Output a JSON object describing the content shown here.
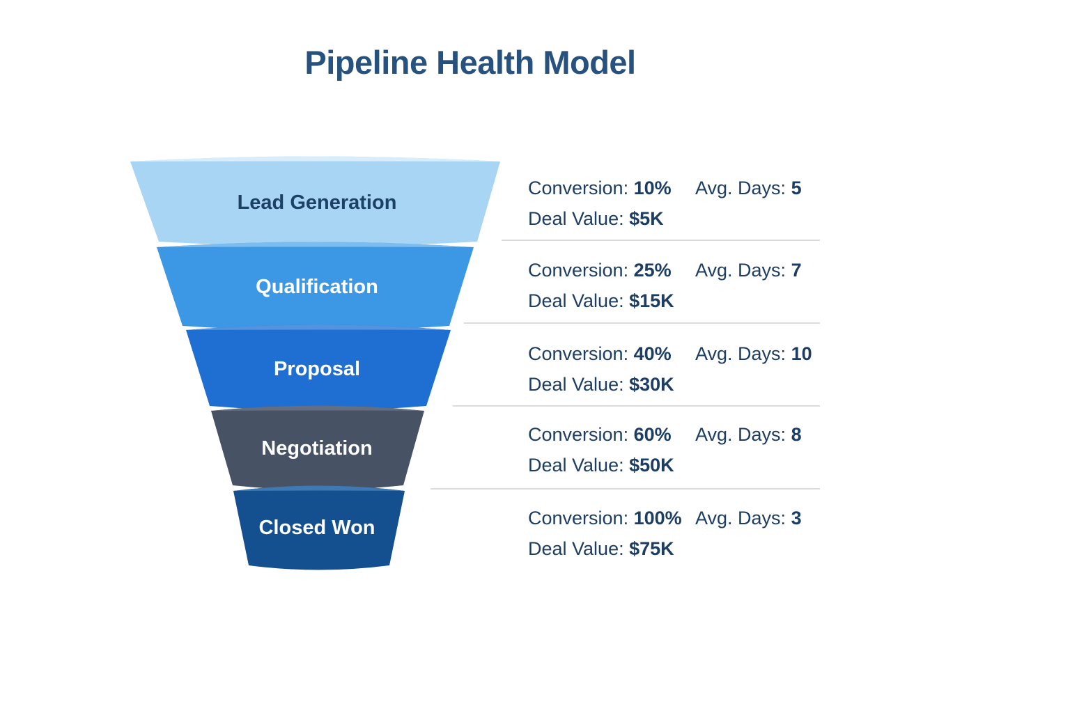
{
  "title": "Pipeline Health Model",
  "labels": {
    "conversion": "Conversion:",
    "avg_days": "Avg. Days:",
    "deal_value": "Deal Value:"
  },
  "stages": [
    {
      "name": "Lead Generation",
      "conversion": "10%",
      "avg_days": "5",
      "deal_value": "$5K",
      "fill": "#a8d5f3",
      "rim": "#d8edfb",
      "text_color": "#1d4066"
    },
    {
      "name": "Qualification",
      "conversion": "25%",
      "avg_days": "7",
      "deal_value": "$15K",
      "fill": "#3c97e5",
      "rim": "#7cbdf1",
      "text_color": "#ffffff"
    },
    {
      "name": "Proposal",
      "conversion": "40%",
      "avg_days": "10",
      "deal_value": "$30K",
      "fill": "#1f6fd2",
      "rim": "#5393e0",
      "text_color": "#ffffff"
    },
    {
      "name": "Negotiation",
      "conversion": "60%",
      "avg_days": "8",
      "deal_value": "$50K",
      "fill": "#475264",
      "rim": "#636e82",
      "text_color": "#ffffff"
    },
    {
      "name": "Closed Won",
      "conversion": "100%",
      "avg_days": "3",
      "deal_value": "$75K",
      "fill": "#14508f",
      "rim": "#4079b1",
      "text_color": "#ffffff"
    }
  ],
  "colors": {
    "background": "#ffffff",
    "title": "#27517e",
    "info_text": "#1d3d63",
    "divider": "#d9dde2"
  }
}
